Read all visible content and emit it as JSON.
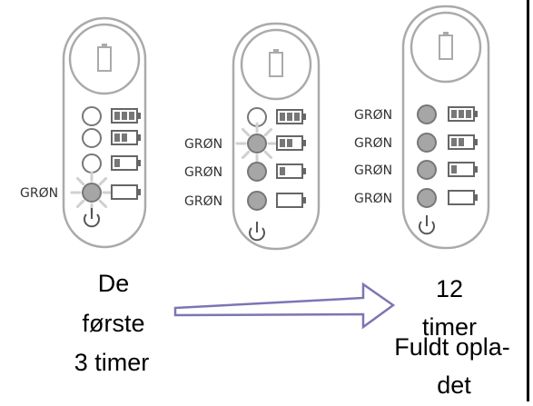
{
  "devices": [
    {
      "id": "stage1",
      "led_labels": [
        {
          "text": "GRØN",
          "row": 4
        }
      ],
      "led_fill": [
        "white",
        "white",
        "white",
        "green"
      ],
      "blinking_row": 4
    },
    {
      "id": "stage2",
      "led_labels": [
        {
          "text": "GRØN",
          "row": 2
        },
        {
          "text": "GRØN",
          "row": 3
        },
        {
          "text": "GRØN",
          "row": 4
        }
      ],
      "led_fill": [
        "white",
        "green",
        "green",
        "green"
      ],
      "blinking_row": 2
    },
    {
      "id": "stage3",
      "led_labels": [
        {
          "text": "GRØN",
          "row": 1
        },
        {
          "text": "GRØN",
          "row": 2
        },
        {
          "text": "GRØN",
          "row": 3
        },
        {
          "text": "GRØN",
          "row": 4
        }
      ],
      "led_fill": [
        "green",
        "green",
        "green",
        "green"
      ],
      "blinking_row": 0
    }
  ],
  "captions": {
    "left_line1": "De",
    "left_line2": "første",
    "left_line3": "3 timer",
    "right_line1": "12",
    "right_line2": "timer",
    "right_line3": "Fuldt opla-",
    "right_line4": "det"
  },
  "colors": {
    "device_stroke": "#aaaaaa",
    "led_green": "#a6a6a6",
    "arrow_stroke": "#7b76b3"
  }
}
